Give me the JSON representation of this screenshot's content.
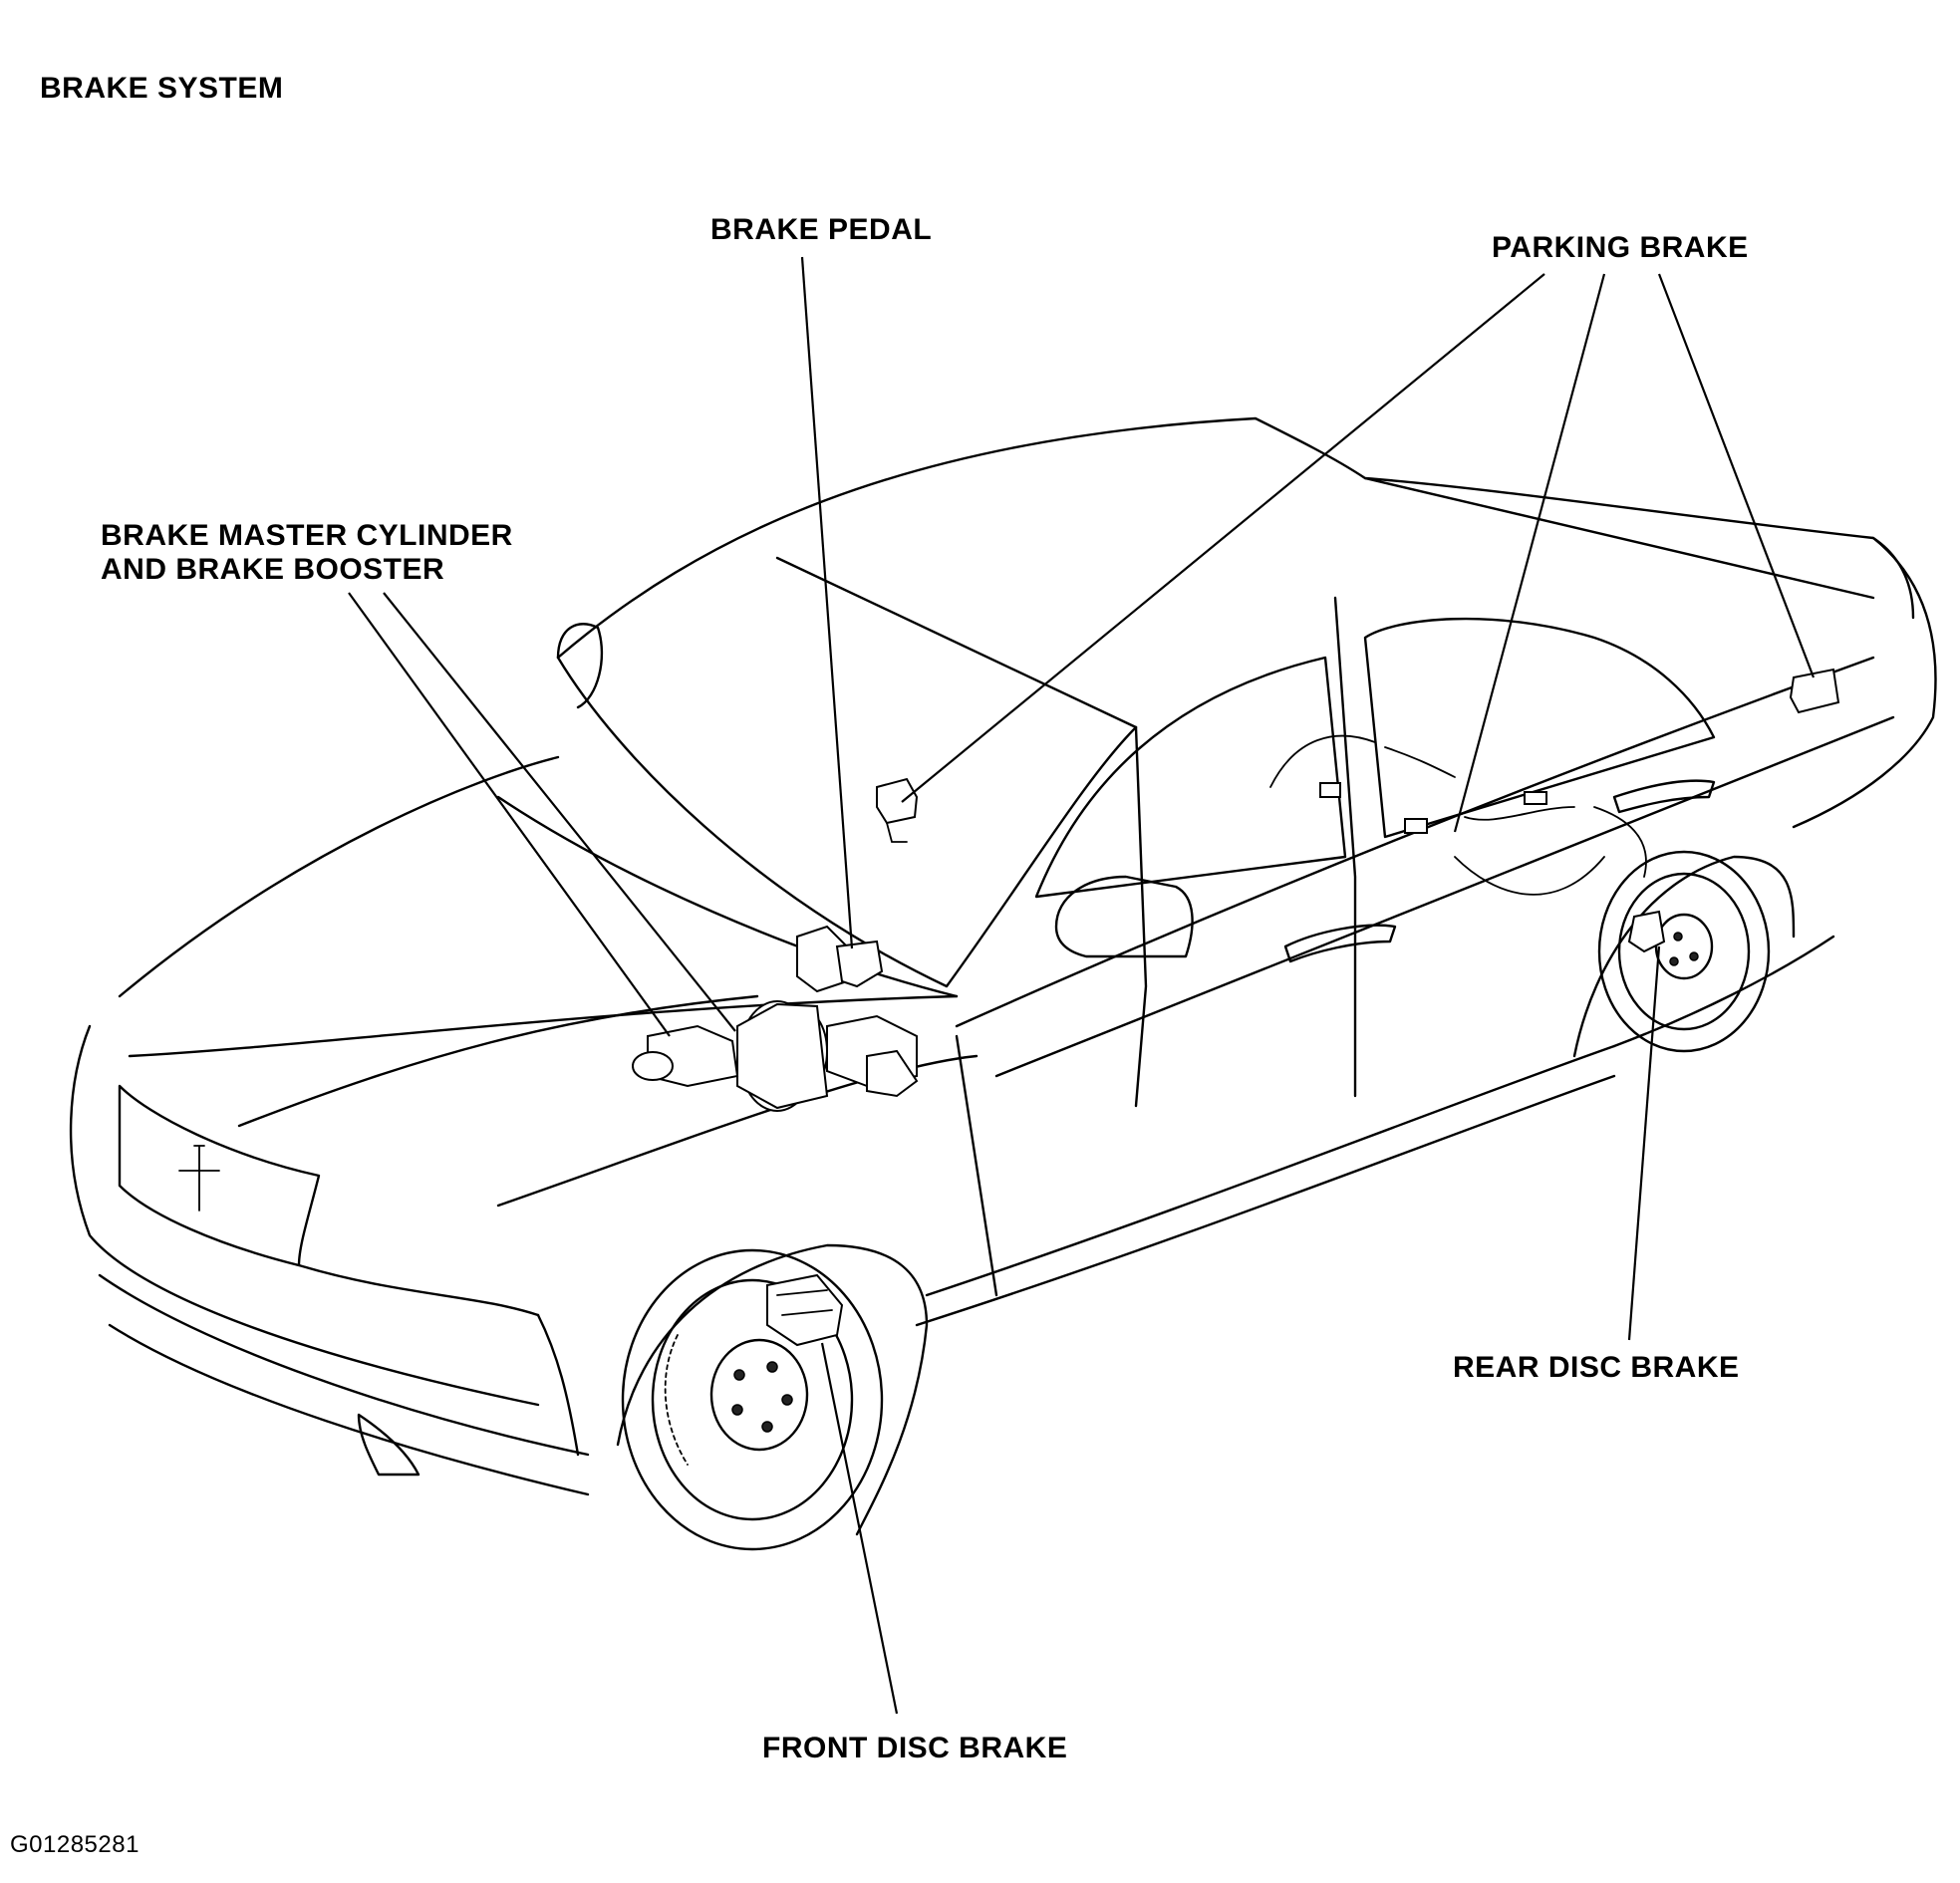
{
  "title": "BRAKE SYSTEM",
  "labels": {
    "brake_pedal": "BRAKE PEDAL",
    "parking_brake": "PARKING BRAKE",
    "master_cylinder_line1": "BRAKE MASTER CYLINDER",
    "master_cylinder_line2": "AND BRAKE BOOSTER",
    "rear_disc_brake": "REAR DISC BRAKE",
    "front_disc_brake": "FRONT DISC BRAKE"
  },
  "figure_id": "G01285281",
  "colors": {
    "ink": "#000000",
    "background": "#ffffff"
  }
}
